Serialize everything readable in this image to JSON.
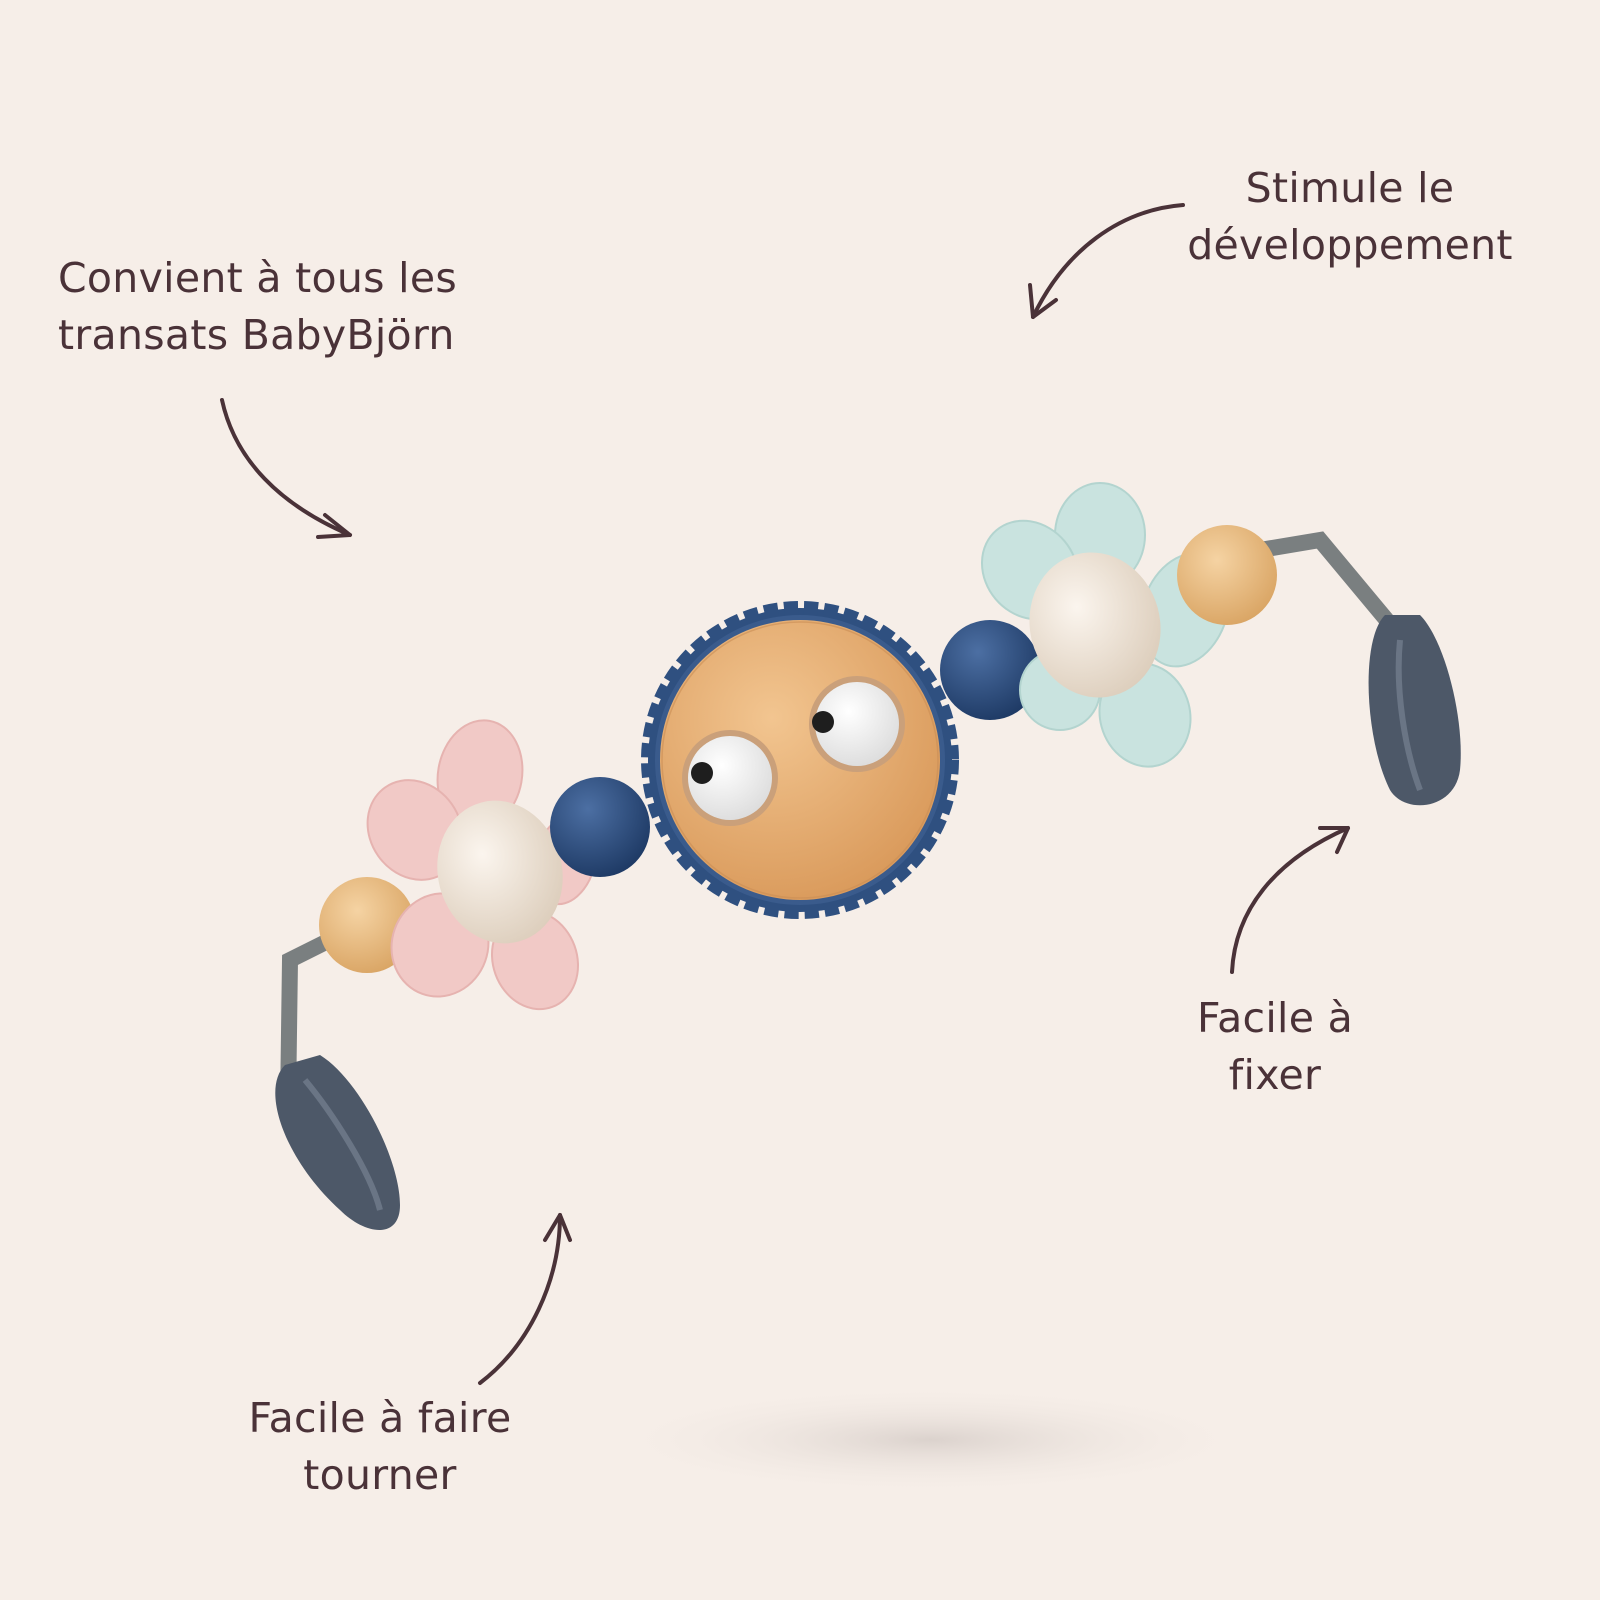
{
  "labels": {
    "fits_all": {
      "line1": "Convient à tous les",
      "line2": "transats BabyBjörn"
    },
    "stimulates": {
      "line1": "Stimule le",
      "line2": "développement"
    },
    "easy_attach": {
      "line1": "Facile à",
      "line2": "fixer"
    },
    "easy_spin": {
      "line1": "Facile à faire",
      "line2": "tourner"
    }
  },
  "colors": {
    "background": "#f6eee8",
    "text": "#4a3238",
    "arrow": "#4a3238",
    "pink_petal": "#f1c9c6",
    "mint_petal": "#c9e3df",
    "navy_bead": "#2f5080",
    "wood": "#e3ad72",
    "clip": "#4d5868"
  },
  "icons": [
    "curved-arrow-icon",
    "toy-bar-image"
  ]
}
